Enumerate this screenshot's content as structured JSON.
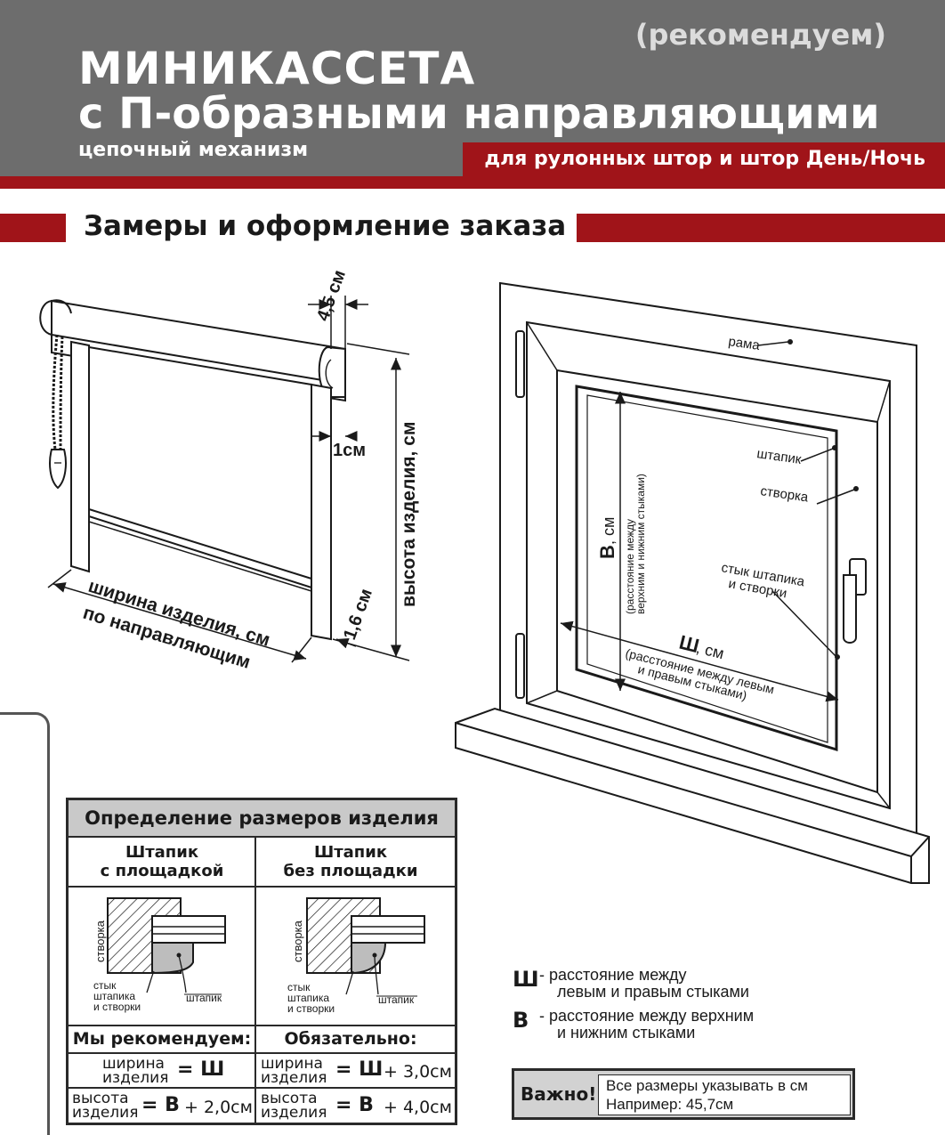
{
  "header": {
    "recommend": "(рекомендуем)",
    "title_line1": "МИНИКАССЕТА",
    "title_line2": "с П-образными направляющими",
    "subtitle": "цепочный механизм",
    "product_note": "для рулонных штор и штор День/Ночь"
  },
  "section_title": "Замеры и оформление заказа",
  "left_drawing": {
    "dim_depth": "4,5 см",
    "dim_gap": "1см",
    "dim_guide": "1,6 см",
    "height_label": "высота изделия, см",
    "width_label_line1": "ширина изделия, см",
    "width_label_line2": "по направляющим"
  },
  "right_drawing": {
    "frame": "рама",
    "bead": "штапик",
    "sash": "створка",
    "joint_line1": "стык штапика",
    "joint_line2": "и створки",
    "height_symbol": "В",
    "height_unit": ", см",
    "height_note_line1": "(расстояние между",
    "height_note_line2": "верхним и нижним стыками)",
    "width_symbol": "Ш",
    "width_unit": ", см",
    "width_note_line1": "(расстояние между левым",
    "width_note_line2": "и правым стыками)"
  },
  "table": {
    "title": "Определение размеров изделия",
    "col1_line1": "Штапик",
    "col1_line2": "с площадкой",
    "col2_line1": "Штапик",
    "col2_line2": "без площадки",
    "diagram_sash": "створка",
    "diagram_joint_line1": "стык",
    "diagram_joint_line2": "штапика",
    "diagram_joint_line3": "и створки",
    "diagram_bead": "штапик",
    "rec_left": "Мы рекомендуем:",
    "rec_right": "Обязательно:",
    "width_line1": "ширина",
    "width_line2": "изделия",
    "height_line1": "высота",
    "height_line2": "изделия",
    "eq_w": "= Ш",
    "eq_h": "= В",
    "left_h_plus": "+ 2,0см",
    "right_w_plus": "+ 3,0см",
    "right_h_plus": "+ 4,0см"
  },
  "legend": {
    "w_key": "Ш",
    "w_text_line1": "-  расстояние между",
    "w_text_line2": "левым и правым стыками",
    "h_key": "В",
    "h_text_line1": "-  расстояние между верхним",
    "h_text_line2": "и нижним стыками"
  },
  "important": {
    "label": "Важно!",
    "line1": "Все размеры указывать в см",
    "line2": "Например: 45,7см"
  },
  "colors": {
    "brand_red": "#a01419",
    "header_gray": "#6d6d6d",
    "table_head": "#c9c9c9"
  }
}
